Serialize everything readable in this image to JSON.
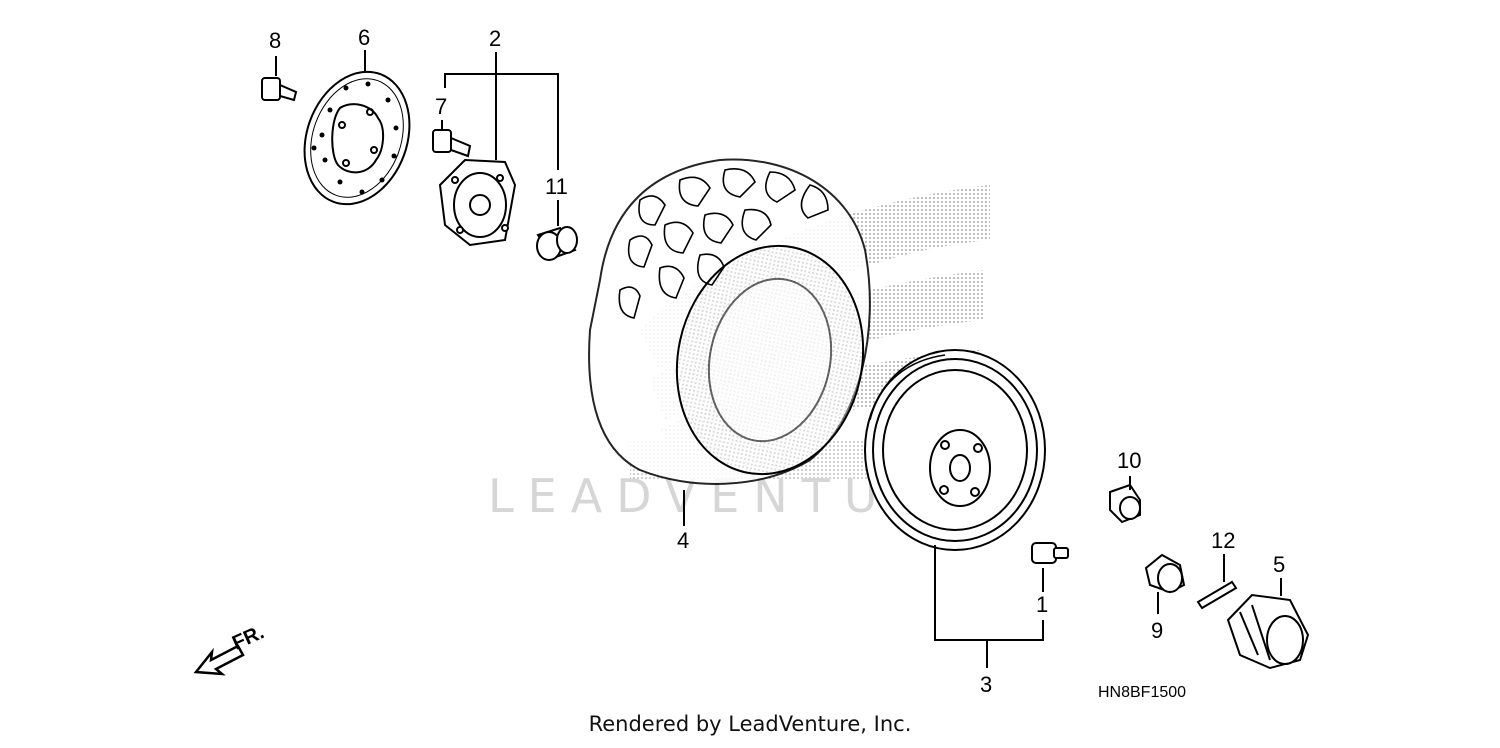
{
  "watermark_text": "LEADVENTURE",
  "diagram_code": "HN8BF1500",
  "credit": "Rendered by LeadVenture, Inc.",
  "direction_label": "FR.",
  "callouts": {
    "c1": "1",
    "c2": "2",
    "c3": "3",
    "c4": "4",
    "c5": "5",
    "c6": "6",
    "c7": "7",
    "c8": "8",
    "c9": "9",
    "c10": "10",
    "c11": "11",
    "c12": "12"
  }
}
